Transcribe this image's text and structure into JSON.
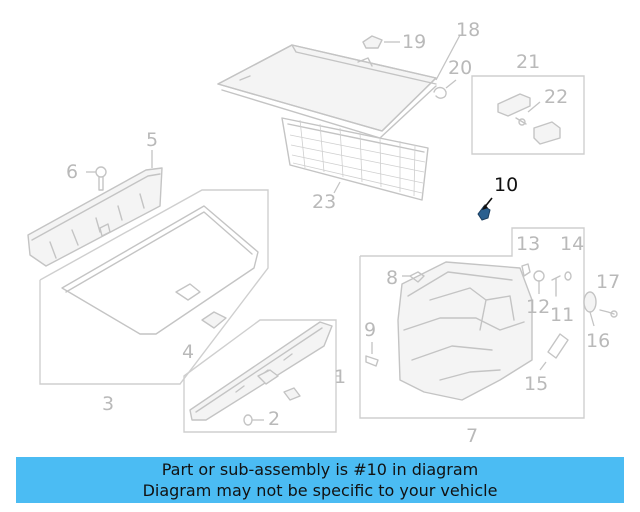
{
  "diagram": {
    "callouts": {
      "c1": "1",
      "c2": "2",
      "c3": "3",
      "c4": "4",
      "c5": "5",
      "c6": "6",
      "c7": "7",
      "c8": "8",
      "c9": "9",
      "c10": "10",
      "c11": "11",
      "c12": "12",
      "c13": "13",
      "c14": "14",
      "c15": "15",
      "c16": "16",
      "c17": "17",
      "c18": "18",
      "c19": "19",
      "c20": "20",
      "c21": "21",
      "c22": "22",
      "c23": "23"
    },
    "highlighted_part": "10",
    "colors": {
      "part_line": "#c4c4c4",
      "highlight_part": "#2a5f8f",
      "highlight_label": "#111111"
    }
  },
  "banner": {
    "line1": "Part or sub-assembly is #10 in diagram",
    "line2": "Diagram may not be specific to your vehicle",
    "background": "#4bbcf3"
  }
}
